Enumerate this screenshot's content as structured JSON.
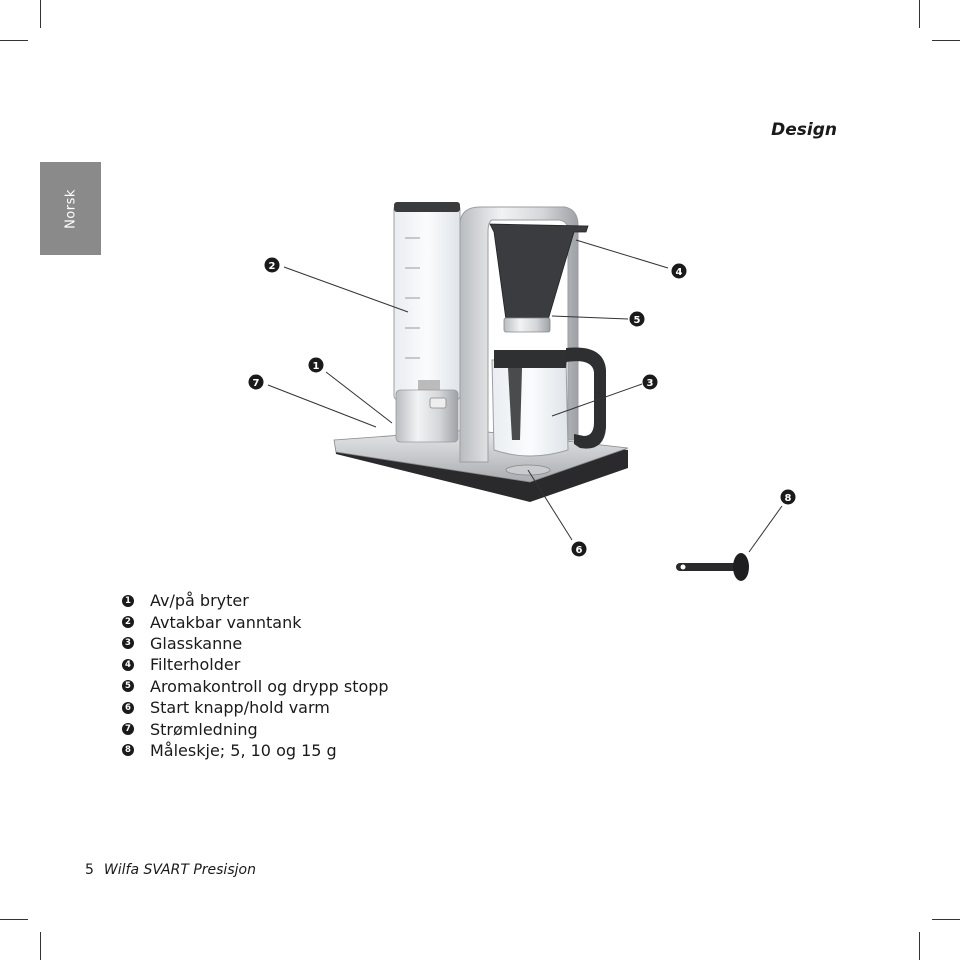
{
  "side_tab": {
    "label": "Norsk"
  },
  "section_title": "Design",
  "callouts": [
    "1",
    "2",
    "3",
    "4",
    "5",
    "6",
    "7",
    "8"
  ],
  "legend": [
    {
      "num": "1",
      "text": "Av/på bryter"
    },
    {
      "num": "2",
      "text": "Avtakbar vanntank"
    },
    {
      "num": "3",
      "text": "Glasskanne"
    },
    {
      "num": "4",
      "text": "Filterholder"
    },
    {
      "num": "5",
      "text": "Aromakontroll og drypp stopp"
    },
    {
      "num": "6",
      "text": "Start knapp/hold varm"
    },
    {
      "num": "7",
      "text": "Strømledning"
    },
    {
      "num": "8",
      "text": "Måleskje; 5, 10 og 15 g"
    }
  ],
  "footer": {
    "page_number": "5",
    "product": "Wilfa SVART Presisjon"
  }
}
